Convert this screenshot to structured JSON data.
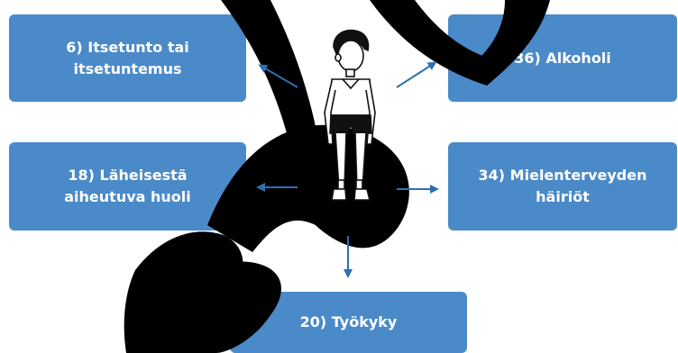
{
  "colors": {
    "box_fill": "#4a8ac9",
    "arrow": "#2f6fb0",
    "watermark": "#000000"
  },
  "center_figure": "person-standing-illustration",
  "boxes": {
    "self_esteem": "6) Itsetunto tai\nitsetuntemus",
    "alcohol": "36) Alkoholi",
    "loved_one_worry": "18) Läheisestä\naiheutuva huoli",
    "mental_health": "34) Mielenterveyden\nhäiriöt",
    "work_ability": "20) Työkyky"
  }
}
